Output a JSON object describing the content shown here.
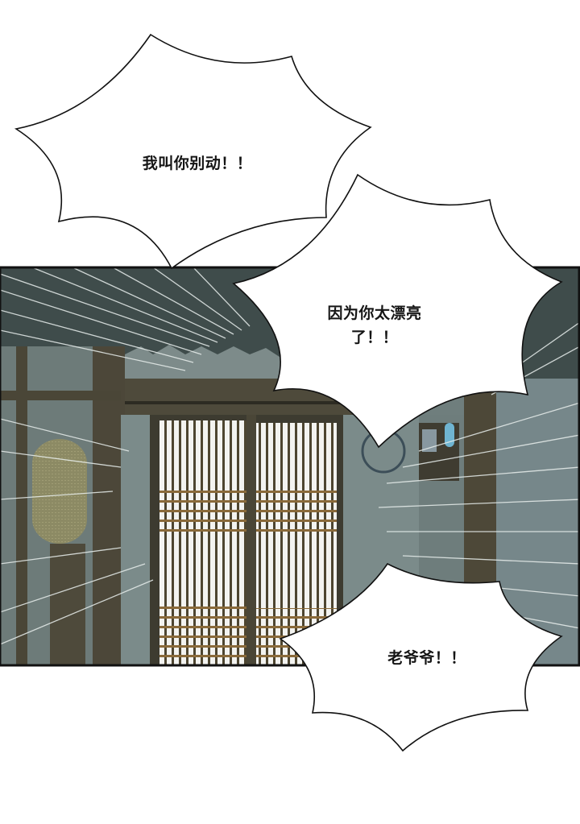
{
  "page": {
    "type": "webtoon-panel",
    "background": "#ffffff"
  },
  "panel": {
    "scene": "traditional-house-interior-with-lattice-door",
    "colors": {
      "ceiling": "#3f4c4b",
      "wall": "#7b8b8a",
      "wood": "#4a4637",
      "lattice": "#8a6a3a",
      "paper": "#f4f4f2",
      "speed_line": "#e8eeec",
      "border": "#111111"
    }
  },
  "bubbles": [
    {
      "id": "bubble-1",
      "text": "我叫你别动！！"
    },
    {
      "id": "bubble-2",
      "line1": "因为你太漂亮",
      "line2": "了！！"
    },
    {
      "id": "bubble-3",
      "text": "老爷爷！！"
    }
  ]
}
